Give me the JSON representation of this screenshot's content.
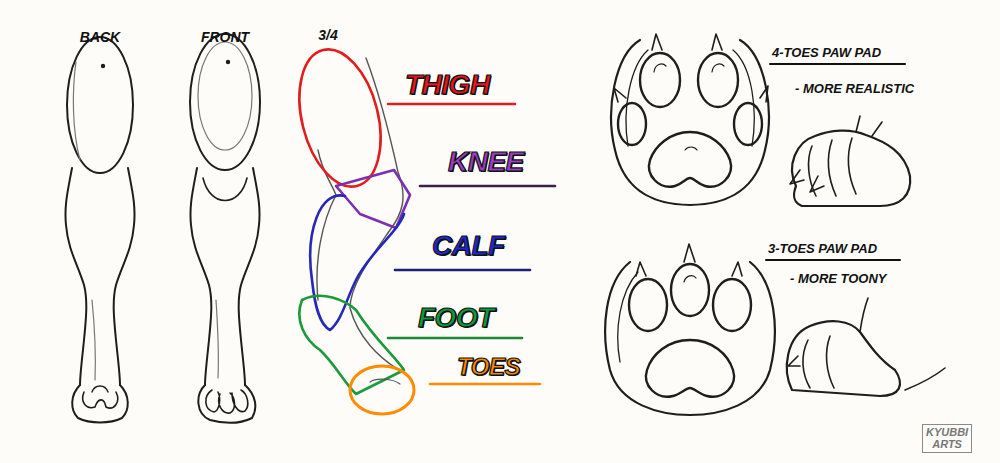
{
  "diagram": {
    "nodes": [
      {
        "text": [
          "KYUBBI ARTS"
        ]
      }
    ],
    "labels": [
      "BACK",
      "FRONT",
      "3/4",
      "THIGH",
      "KNEE",
      "CALF",
      "FOOT",
      "TOES",
      "4-TOES PAW PAD",
      "- MORE REALISTIC",
      "3-TOES PAW PAD",
      "- MORE TOONY"
    ]
  }
}
